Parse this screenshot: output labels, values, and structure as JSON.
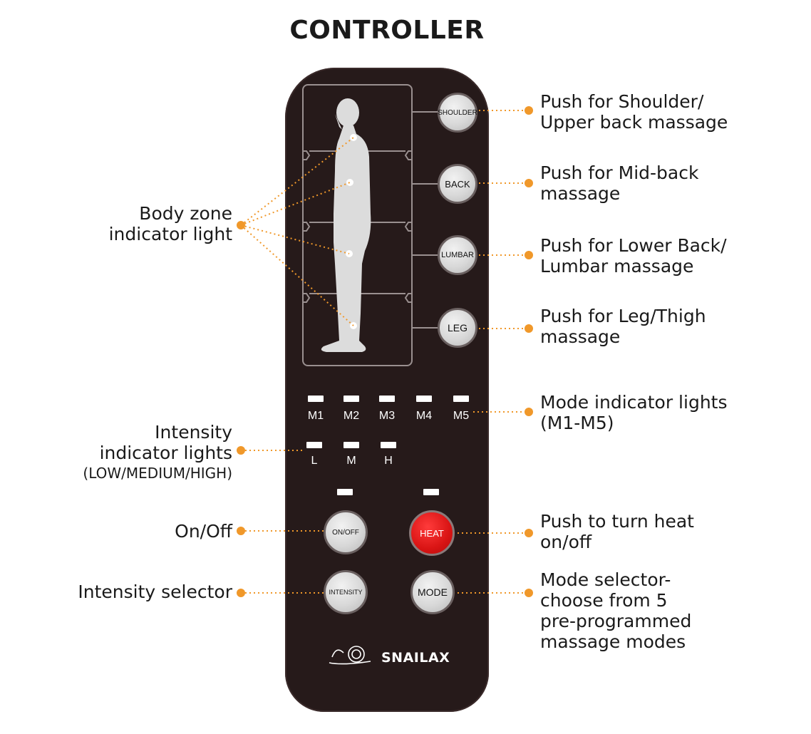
{
  "title": "CONTROLLER",
  "zone_buttons": {
    "shoulder": "SHOULDER",
    "back": "BACK",
    "lumbar": "LUMBAR",
    "leg": "LEG"
  },
  "modes": [
    "M1",
    "M2",
    "M3",
    "M4",
    "M5"
  ],
  "intensity_levels": [
    "L",
    "M",
    "H"
  ],
  "control_buttons": {
    "onoff": "ON/OFF",
    "heat": "HEAT",
    "intensity": "INTENSITY",
    "mode": "MODE"
  },
  "brand": "SNAILAX",
  "callouts": {
    "shoulder": [
      "Push for Shoulder/",
      "Upper back massage"
    ],
    "back": [
      "Push for Mid-back",
      "massage"
    ],
    "lumbar": [
      "Push for Lower Back/",
      "Lumbar massage"
    ],
    "leg": [
      "Push for Leg/Thigh",
      "massage"
    ],
    "mode_lights": [
      "Mode indicator lights",
      "(M1-M5)"
    ],
    "heat": [
      "Push to turn heat",
      "on/off"
    ],
    "mode_selector": [
      "Mode selector-",
      "choose from 5",
      "pre-programmed",
      "massage modes"
    ],
    "body_zone": [
      "Body zone",
      "indicator light"
    ],
    "intensity_lights": [
      "Intensity",
      "indicator lights",
      "(LOW/MEDIUM/HIGH)"
    ],
    "onoff": [
      "On/Off"
    ],
    "intensity_selector": [
      "Intensity selector"
    ]
  },
  "colors": {
    "remote_body": "#261a1a",
    "callout_dot": "#f0982a",
    "heat_button": "#d91414",
    "indicator": "#ffffff"
  }
}
